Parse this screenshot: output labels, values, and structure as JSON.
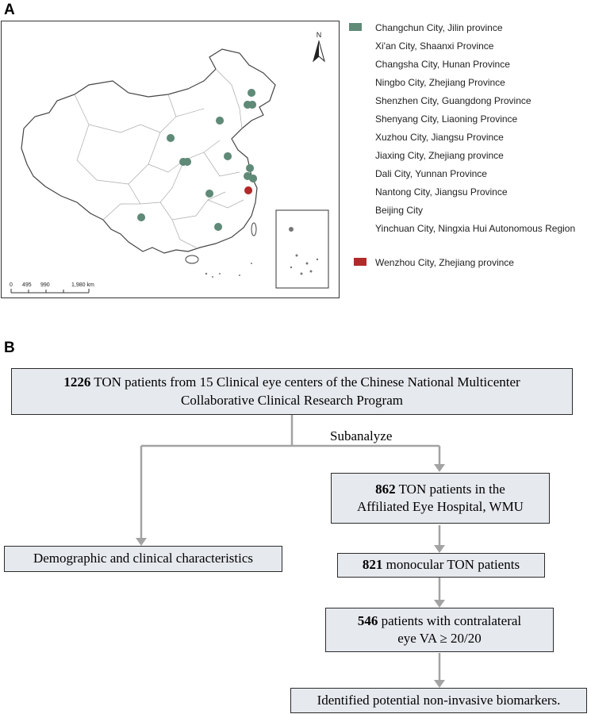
{
  "panels": {
    "a_label": "A",
    "b_label": "B"
  },
  "map": {
    "north_label": "N",
    "scale": {
      "t0": "0",
      "t1": "495",
      "t2": "990",
      "t3": "1,980 km"
    },
    "colors": {
      "center": "#5f8a78",
      "wenzhou": "#b02a2a",
      "border": "#444444",
      "province": "#aaaaaa"
    }
  },
  "legend": {
    "centers": [
      "Changchun City, Jilin province",
      "Xi'an City, Shaanxi Province",
      "Changsha City, Hunan Province",
      "Ningbo City, Zhejiang Province",
      "Shenzhen City, Guangdong Province",
      "Shenyang City, Liaoning Province",
      "Xuzhou City, Jiangsu Province",
      "Jiaxing City, Zhejiang province",
      "Dali City, Yunnan Province",
      "Nantong City, Jiangsu Province",
      "Beijing City",
      "Yinchuan City, Ningxia Hui Autonomous Region"
    ],
    "wenzhou": "Wenzhou City, Zhejiang province"
  },
  "flow": {
    "box1": {
      "num": "1226",
      "line1": " TON patients from 15 Clinical eye centers of the Chinese National Multicenter",
      "line2": "Collaborative Clinical Research Program"
    },
    "subanalyze": "Subanalyze",
    "box2": {
      "num": "862",
      "line1": " TON patients in the",
      "line2": "Affiliated Eye Hospital, WMU"
    },
    "box3": {
      "text": "Demographic and clinical characteristics"
    },
    "box4": {
      "num": "821",
      "text": " monocular TON patients"
    },
    "box5": {
      "num": "546",
      "line1": " patients with contralateral",
      "line2": "eye VA ≥ 20/20"
    },
    "box6": {
      "text": "Identified potential non-invasive biomarkers."
    }
  }
}
